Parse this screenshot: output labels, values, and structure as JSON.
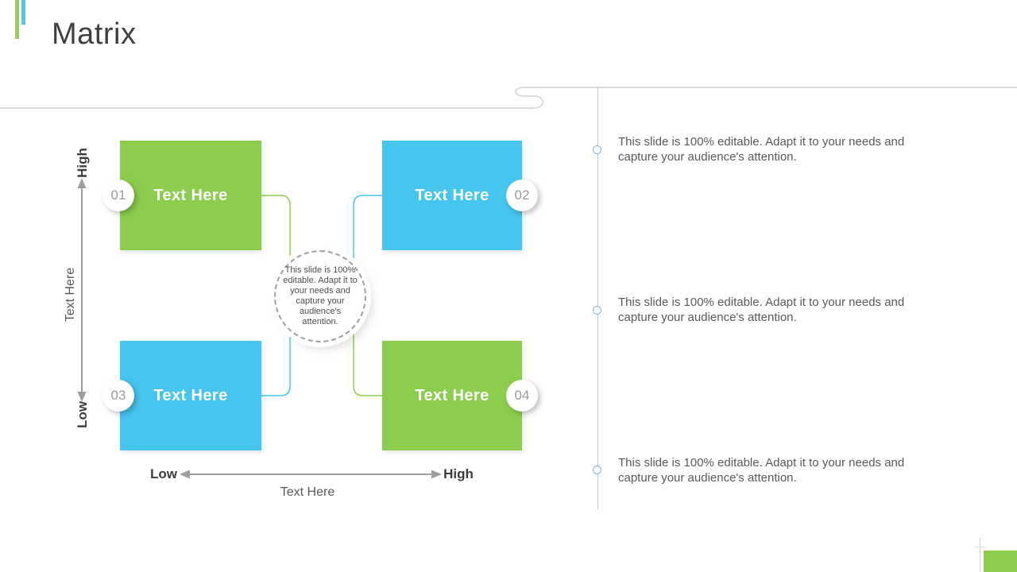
{
  "slide": {
    "title": "Matrix",
    "accent_colors": {
      "green": "#8ccd4e",
      "blue": "#46c5ee"
    }
  },
  "matrix": {
    "quadrants": [
      {
        "number": "01",
        "label": "Text Here",
        "color": "#8ccd4e",
        "position": "top-left"
      },
      {
        "number": "02",
        "label": "Text Here",
        "color": "#46c5ee",
        "position": "top-right"
      },
      {
        "number": "03",
        "label": "Text Here",
        "color": "#46c5ee",
        "position": "bottom-left"
      },
      {
        "number": "04",
        "label": "Text Here",
        "color": "#8ccd4e",
        "position": "bottom-right"
      }
    ],
    "center_note": "This slide is 100% editable. Adapt it to your needs and capture your audience's attention.",
    "y_axis": {
      "top": "High",
      "bottom": "Low",
      "label": "Text Here"
    },
    "x_axis": {
      "left": "Low",
      "right": "High",
      "label": "Text Here"
    }
  },
  "right_panel": {
    "items": [
      {
        "text": "This slide is 100% editable. Adapt it to your needs and capture your audience's attention."
      },
      {
        "text": "This slide is 100% editable. Adapt it to your needs and capture your audience's attention."
      },
      {
        "text": "This slide is 100% editable. Adapt it to your needs and capture your audience's attention."
      }
    ]
  }
}
